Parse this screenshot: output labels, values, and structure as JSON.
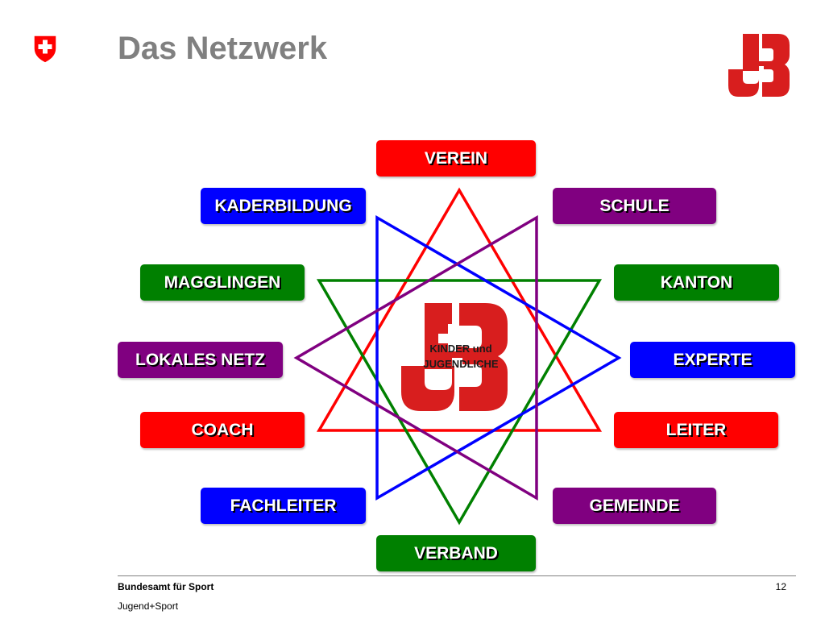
{
  "slide": {
    "title": "Das Netzwerk",
    "center_label_line1": "KINDER und",
    "center_label_line2": "JUGENDLICHE",
    "page_number": "12"
  },
  "footer": {
    "organization": "Bundesamt für Sport",
    "subtitle": "Jugend+Sport"
  },
  "colors": {
    "red": "#ff0000",
    "blue": "#0000ff",
    "green": "#008000",
    "purple": "#800080",
    "logo_red": "#d81e1e"
  },
  "nodes": [
    {
      "label": "VEREIN",
      "color": "red"
    },
    {
      "label": "KADERBILDUNG",
      "color": "blue"
    },
    {
      "label": "SCHULE",
      "color": "purple"
    },
    {
      "label": "MAGGLINGEN",
      "color": "green"
    },
    {
      "label": "KANTON",
      "color": "green"
    },
    {
      "label": "LOKALES NETZ",
      "color": "purple"
    },
    {
      "label": "EXPERTE",
      "color": "blue"
    },
    {
      "label": "COACH",
      "color": "red"
    },
    {
      "label": "LEITER",
      "color": "red"
    },
    {
      "label": "FACHLEITER",
      "color": "blue"
    },
    {
      "label": "GEMEINDE",
      "color": "purple"
    },
    {
      "label": "VERBAND",
      "color": "green"
    }
  ],
  "icons": {
    "left": "swiss-coat-of-arms-icon",
    "right": "jugend-sport-logo-icon",
    "center": "jugend-sport-logo-icon"
  }
}
